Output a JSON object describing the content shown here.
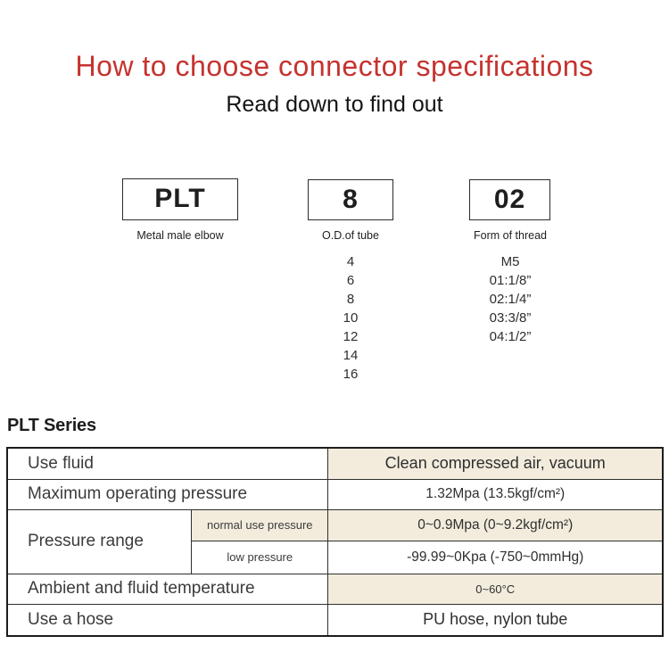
{
  "header": {
    "title": "How to choose connector specifications",
    "subtitle": "Read down to find out"
  },
  "model_code": {
    "segments": [
      {
        "code": "PLT",
        "label": "Metal male elbow"
      },
      {
        "code": "8",
        "label": "O.D.of tube",
        "options": [
          "4",
          "6",
          "8",
          "10",
          "12",
          "14",
          "16"
        ]
      },
      {
        "code": "02",
        "label": "Form of thread",
        "options": [
          "M5",
          "01:1/8”",
          "02:1/4”",
          "03:3/8”",
          "04:1/2”"
        ]
      }
    ]
  },
  "series_heading": "PLT Series",
  "spec_table": {
    "use_fluid": {
      "label": "Use fluid",
      "value": "Clean compressed air, vacuum"
    },
    "max_pressure": {
      "label": "Maximum operating pressure",
      "value": "1.32Mpa (13.5kgf/cm²)"
    },
    "pressure_range": {
      "label": "Pressure range",
      "normal": {
        "label": "normal use pressure",
        "value": "0~0.9Mpa (0~9.2kgf/cm²)"
      },
      "low": {
        "label": "low pressure",
        "value": "-99.99~0Kpa (-750~0mmHg)"
      }
    },
    "temperature": {
      "label": "Ambient and fluid temperature",
      "value": "0~60°C"
    },
    "hose": {
      "label": "Use a hose",
      "value": "PU hose, nylon tube"
    }
  },
  "colors": {
    "title_red": "#c5332f",
    "row_beige": "#f3ecdd",
    "table_border": "#1c1c1c"
  }
}
